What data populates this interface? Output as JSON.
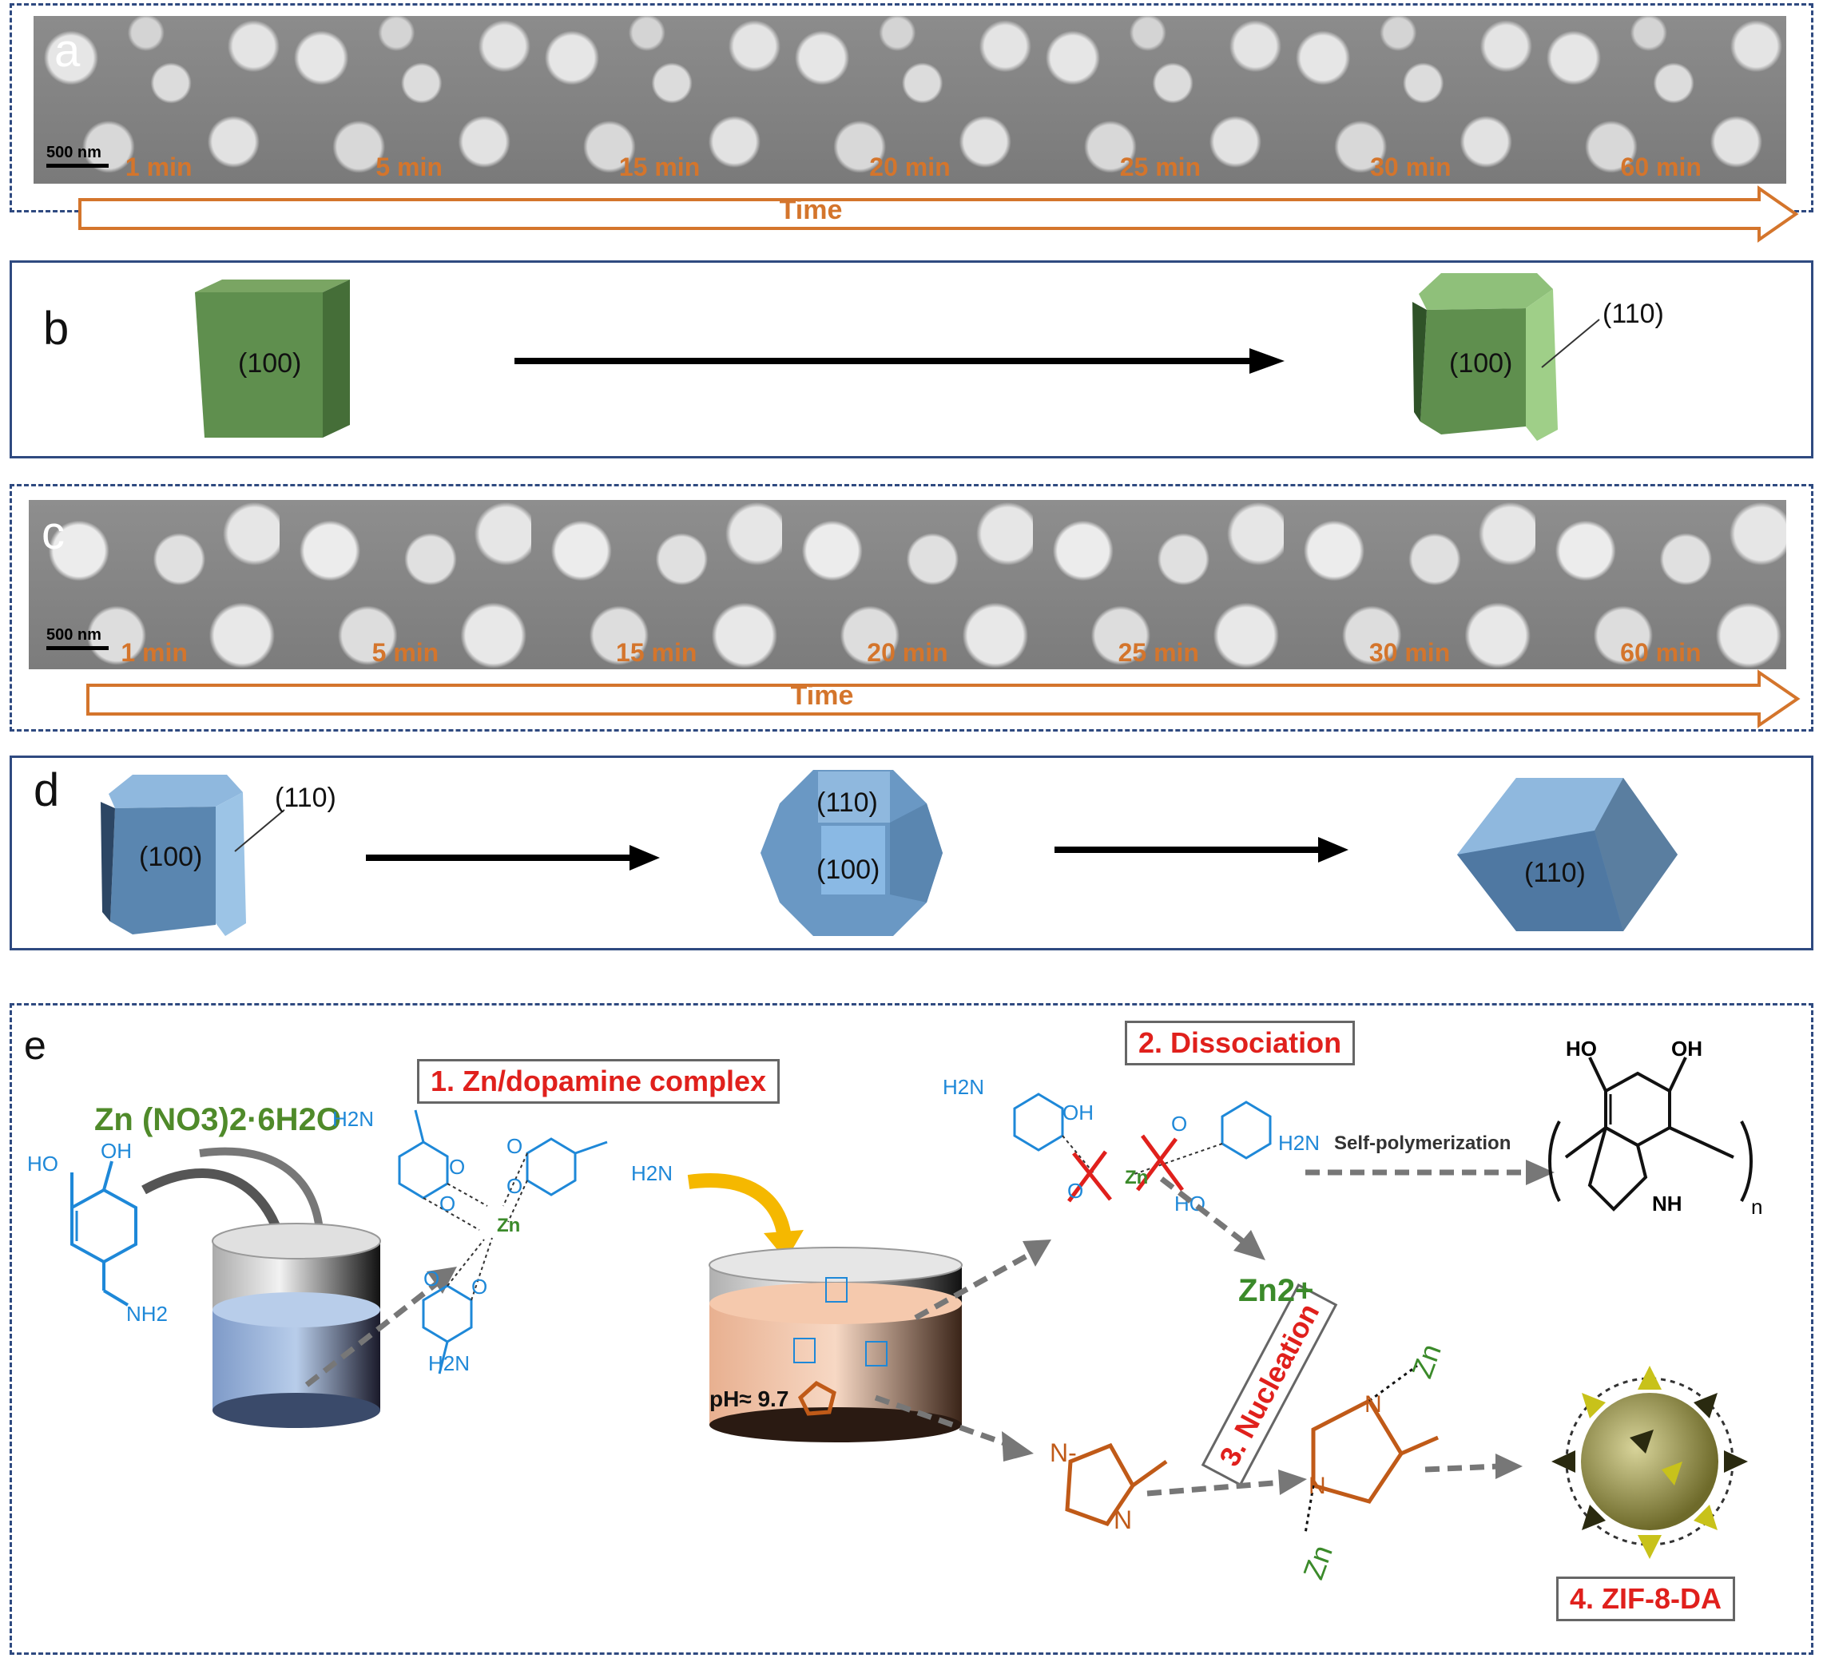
{
  "panels": {
    "a": {
      "label": "a",
      "times": [
        "1 min",
        "5 min",
        "15 min",
        "20 min",
        "25 min",
        "30 min",
        "60 min"
      ],
      "scale": "500 nm",
      "axis": "Time"
    },
    "b": {
      "label": "b",
      "face_100": "(100)",
      "face_110": "(110)"
    },
    "c": {
      "label": "c",
      "times": [
        "1 min",
        "5 min",
        "15 min",
        "20 min",
        "25 min",
        "30 min",
        "60 min"
      ],
      "scale": "500 nm",
      "axis": "Time"
    },
    "d": {
      "label": "d",
      "face_100": "(100)",
      "face_110": "(110)"
    },
    "e": {
      "label": "e",
      "reagent": "Zn (NO3)2·6H2O",
      "step1": "1. Zn/dopamine complex",
      "step2": "2. Dissociation",
      "step3": "3. Nucleation",
      "step4": "4. ZIF-8-DA",
      "ph": "pH≈ 9.7",
      "self_poly": "Self-polymerization",
      "zn_ion": "Zn2+",
      "ho": "HO",
      "oh": "OH",
      "nh2": "NH2",
      "h2n": "H2N",
      "nh": "NH",
      "n": "n",
      "zn": "Zn",
      "o": "O",
      "n_atom": "N",
      "n_minus": "N-"
    }
  },
  "colors": {
    "frame": "#2f4a80",
    "time": "#d4752c",
    "green_cube": "#5f8f4e",
    "blue_cube": "#6a98c4",
    "red": "#e0201c",
    "dopamine": "#1e88d8",
    "imidazole": "#c05a18",
    "zn_green": "#3b8a2a"
  }
}
